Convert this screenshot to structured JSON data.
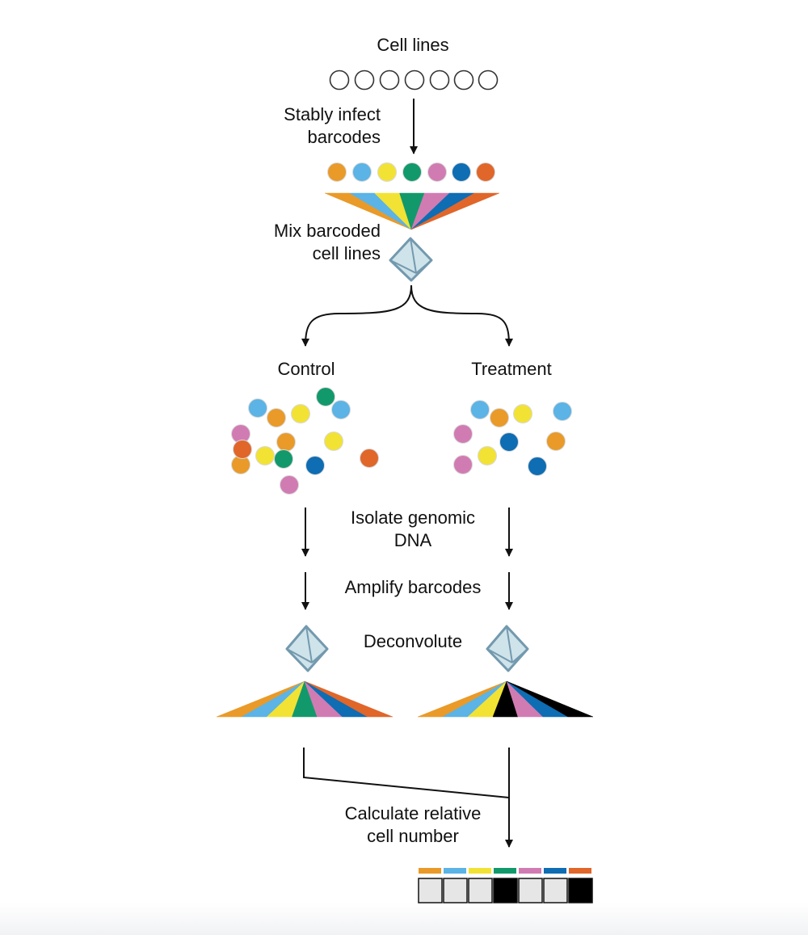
{
  "labels": {
    "cell_lines": "Cell lines",
    "stably_infect": [
      "Stably infect",
      "barcodes"
    ],
    "mix": [
      "Mix barcoded",
      "cell lines"
    ],
    "control": "Control",
    "treatment": "Treatment",
    "isolate": [
      "Isolate genomic",
      "DNA"
    ],
    "amplify": "Amplify barcodes",
    "deconvolute": "Deconvolute",
    "calculate": [
      "Calculate relative",
      "cell number"
    ]
  },
  "colors": {
    "barcodes": [
      "#e99a28",
      "#5bb3e6",
      "#f2e234",
      "#12996b",
      "#d17bb3",
      "#0e6db3",
      "#e0662a"
    ],
    "depleted": "#000000",
    "prism_fill": "#cfe3ea",
    "prism_stroke": "#7399ae",
    "cell_outline": "#333333",
    "result_box": "#e6e6e6"
  },
  "icons": {
    "prism": "prism-icon",
    "arrow": "arrow-down-icon"
  },
  "control_cells": [
    1,
    0,
    2,
    3,
    1,
    4,
    0,
    2,
    6,
    0,
    2,
    3,
    5,
    4,
    6
  ],
  "treatment_cells": [
    1,
    0,
    2,
    1,
    4,
    5,
    0,
    4,
    2,
    5
  ],
  "treatment_depleted": [
    3,
    6
  ],
  "result_boxes": [
    "light",
    "light",
    "light",
    "dark",
    "light",
    "light",
    "dark"
  ]
}
